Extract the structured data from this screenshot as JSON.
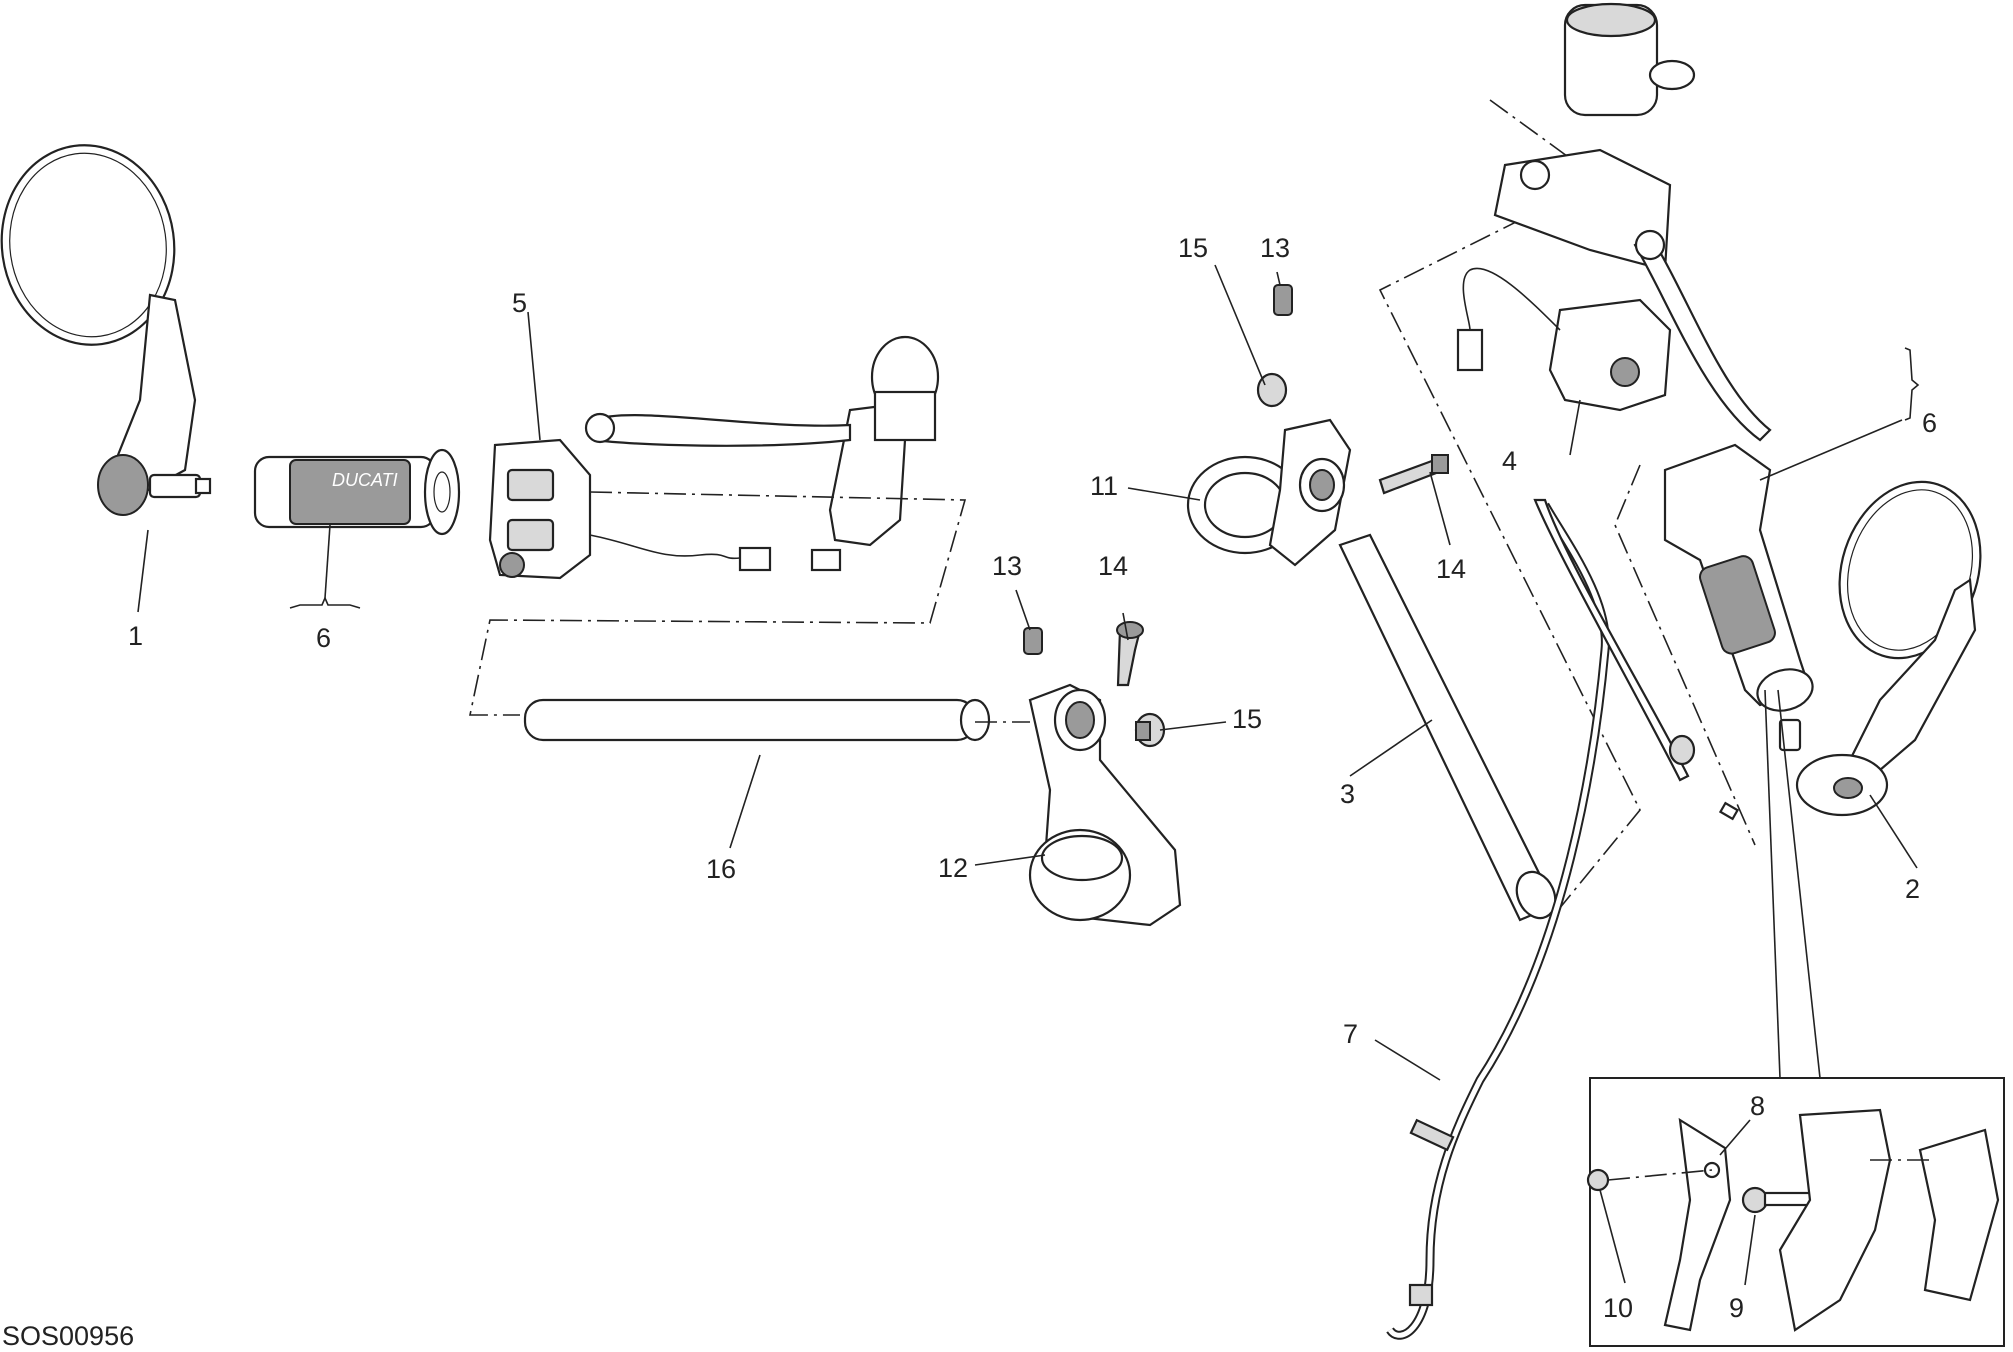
{
  "drawing_ref": "SOS00956",
  "callouts": {
    "c1": "1",
    "c2": "2",
    "c3": "3",
    "c4": "4",
    "c5": "5",
    "c6a": "6",
    "c6b": "6",
    "c7": "7",
    "c8": "8",
    "c9": "9",
    "c10": "10",
    "c11": "11",
    "c12": "12",
    "c13a": "13",
    "c13b": "13",
    "c14a": "14",
    "c14b": "14",
    "c15a": "15",
    "c15b": "15",
    "c16": "16"
  },
  "grip_brand": "DUCATI"
}
